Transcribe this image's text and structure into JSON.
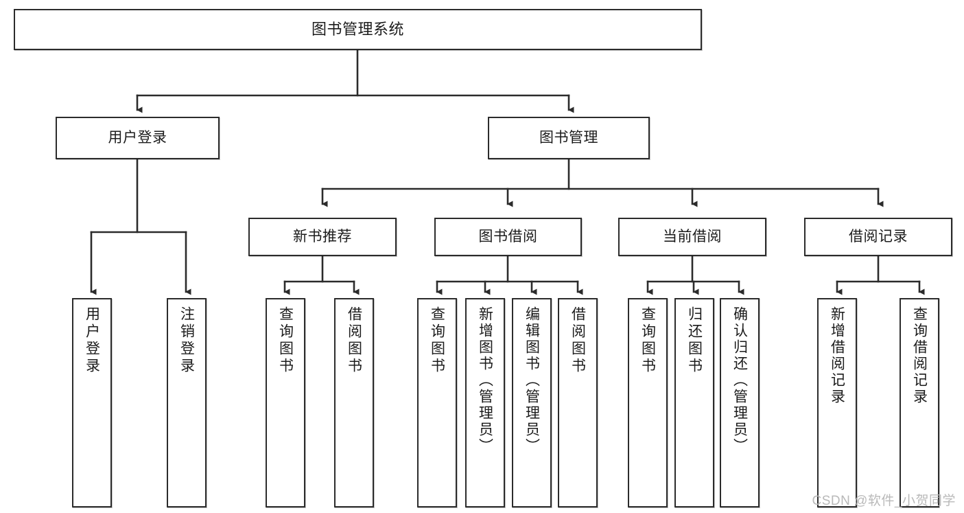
{
  "diagram": {
    "title": "图书管理系统",
    "type": "tree-hierarchy-chart",
    "background_color": "#ffffff",
    "line_color": "#2b2b2b",
    "box_border_color": "#2b2b2b",
    "text_color": "#1b1b1b"
  },
  "nodes": {
    "root": {
      "label": "图书管理系统"
    },
    "level2": [
      {
        "label": "用户登录"
      },
      {
        "label": "图书管理"
      }
    ],
    "level3": [
      {
        "label": "新书推荐"
      },
      {
        "label": "图书借阅"
      },
      {
        "label": "当前借阅"
      },
      {
        "label": "借阅记录"
      }
    ],
    "leaves": {
      "user_login": [
        {
          "label": "用户登录"
        },
        {
          "label": "注销登录"
        }
      ],
      "new_book_recommend": [
        {
          "label": "查询图书"
        },
        {
          "label": "借阅图书"
        }
      ],
      "book_borrow": [
        {
          "label": "查询图书"
        },
        {
          "label": "新增图书（管理员）"
        },
        {
          "label": "编辑图书（管理员）"
        },
        {
          "label": "借阅图书"
        }
      ],
      "current_borrow": [
        {
          "label": "查询图书"
        },
        {
          "label": "归还图书"
        },
        {
          "label": "确认归还（管理员）"
        }
      ],
      "borrow_record": [
        {
          "label": "新增借阅记录"
        },
        {
          "label": "查询借阅记录"
        }
      ]
    }
  },
  "watermark": {
    "text": "CSDN @软件_小贺同学"
  }
}
